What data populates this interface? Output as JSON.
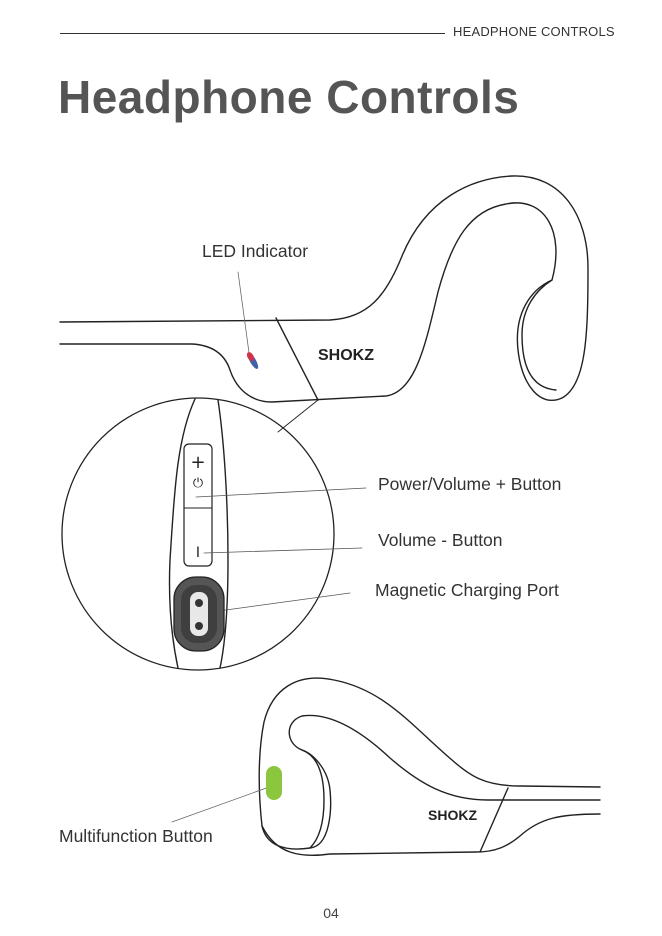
{
  "header": {
    "running_head": "HEADPHONE CONTROLS"
  },
  "title": "Headphone Controls",
  "labels": {
    "led_indicator": "LED Indicator",
    "power_volume_plus": "Power/Volume + Button",
    "volume_minus": "Volume - Button",
    "magnetic_charging_port": "Magnetic Charging Port",
    "multifunction_button": "Multifunction Button"
  },
  "brand": "SHOKZ",
  "button_glyphs": {
    "plus": "+",
    "power": "⏻",
    "minus": "I"
  },
  "colors": {
    "led_red": "#d0344d",
    "led_blue": "#3f62a8",
    "multifunction_green": "#8cc63f",
    "port_dark": "#555555"
  },
  "footer": {
    "page_number": "04"
  }
}
